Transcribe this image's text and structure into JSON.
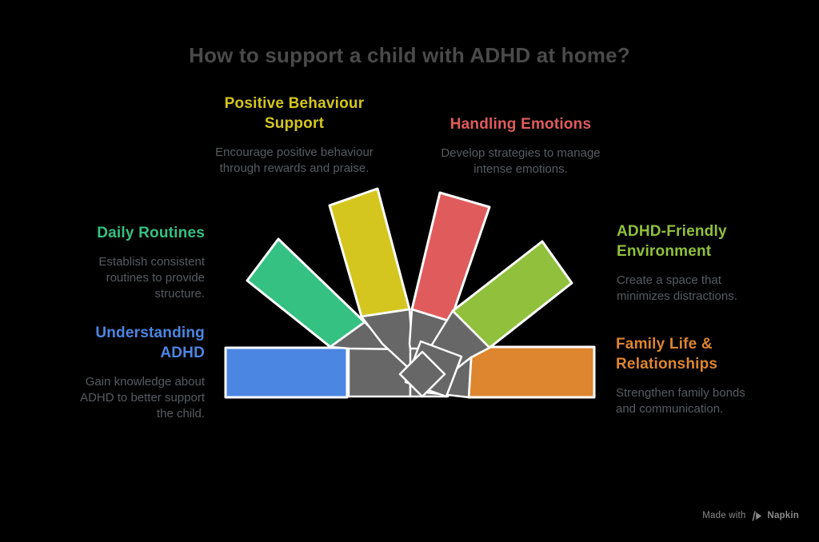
{
  "title": "How to support a child with ADHD at home?",
  "colors": {
    "background": "#000000",
    "title_text": "#4a4a4a",
    "body_text": "#575c61",
    "fold_gray": "#676767",
    "ribbon_border": "#ffffff",
    "watermark": "#8a8a8a"
  },
  "sections": [
    {
      "id": "understanding-adhd",
      "title": "Understanding\nADHD",
      "description": "Gain knowledge about\nADHD to better support\nthe child.",
      "color": "#4c86e3"
    },
    {
      "id": "daily-routines",
      "title": "Daily Routines",
      "description": "Establish consistent\nroutines to provide\nstructure.",
      "color": "#35c181"
    },
    {
      "id": "positive-behaviour-support",
      "title": "Positive Behaviour\nSupport",
      "description": "Encourage positive behaviour\nthrough rewards and praise.",
      "color": "#d4c61e"
    },
    {
      "id": "handling-emotions",
      "title": "Handling Emotions",
      "description": "Develop strategies to manage\nintense emotions.",
      "color": "#e05c5c"
    },
    {
      "id": "adhd-friendly-environment",
      "title": "ADHD-Friendly\nEnvironment",
      "description": "Create a space that\nminimizes distractions.",
      "color": "#90c03c"
    },
    {
      "id": "family-life-relationships",
      "title": "Family Life &\nRelationships",
      "description": "Strengthen family bonds\nand communication.",
      "color": "#de852f"
    }
  ],
  "watermark": {
    "made_with": "Made with",
    "brand": "Napkin"
  }
}
